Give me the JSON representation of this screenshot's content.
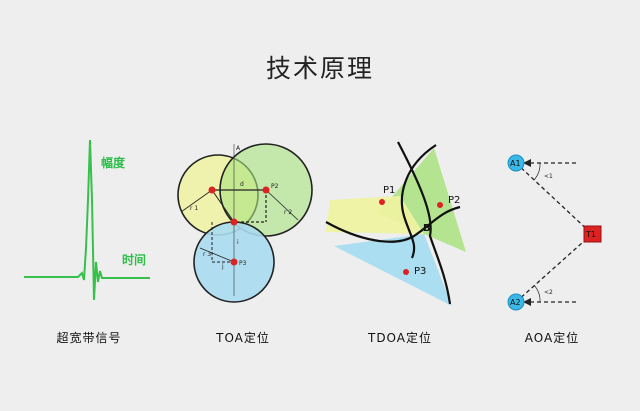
{
  "title": "技术原理",
  "uwb": {
    "caption": "超宽带信号",
    "amplitude_label": "幅度",
    "time_label": "时间",
    "color": "#37c04c"
  },
  "toa": {
    "caption": "TOA定位",
    "p2": "P2",
    "p3": "P3",
    "r1": "r 1",
    "r2": "r 2",
    "r3": "r 3",
    "d": "d",
    "i": "i",
    "j": "j",
    "a": "A"
  },
  "tdoa": {
    "caption": "TDOA定位",
    "p1": "P1",
    "p2": "P2",
    "p3": "P3",
    "b": "B"
  },
  "aoa": {
    "caption": "AOA定位",
    "a1": "A1",
    "a2": "A2",
    "t1": "T1",
    "angle1": "<1",
    "angle2": "<2"
  },
  "colors": {
    "yellow": "#eef2a0",
    "green": "#a9e27e",
    "blue": "#a8dcf0",
    "red": "#dd2222",
    "aoa_node": "#3bb8e8"
  }
}
